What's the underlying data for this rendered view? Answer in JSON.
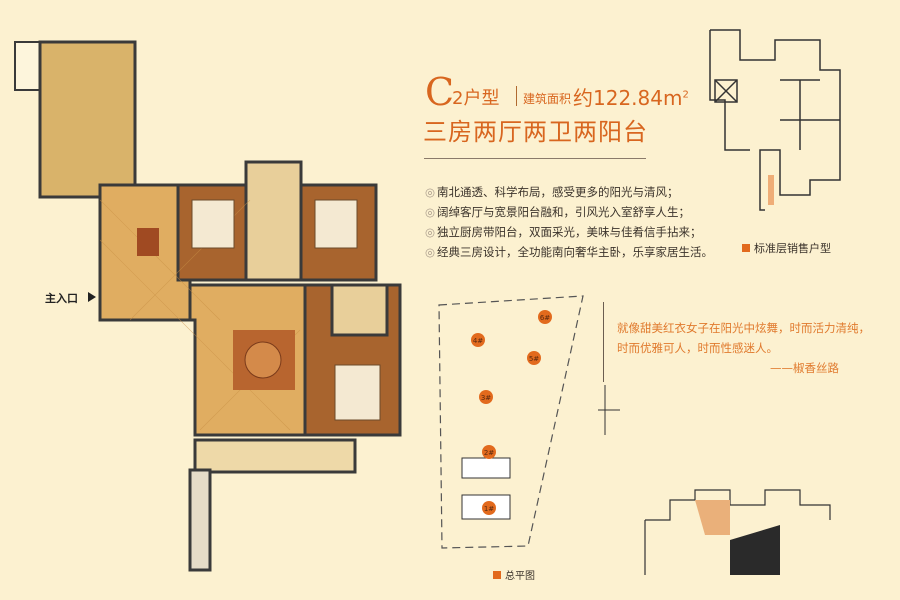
{
  "unit": {
    "type_letter": "C",
    "type_suffix": "2户型",
    "area_label": "建筑面积",
    "area_value": "约122.84m",
    "area_unit_sup": "2",
    "layout": "三房两厅两卫两阳台"
  },
  "features": [
    "南北通透、科学布局，感受更多的阳光与清风；",
    "阔绰客厅与宽景阳台融和，引风光入室舒享人生；",
    "独立厨房带阳台，双面采光，美味与佳肴信手拈来；",
    "经典三房设计，全功能南向奢华主卧，乐享家居生活。"
  ],
  "feature_bullet": "◎",
  "keyplan_legend": "标准层销售户型",
  "quote": {
    "line1": "就像甜美红衣女子在阳光中炫舞，时而活力清纯，",
    "line2": "时而优雅可人，时而性感迷人。",
    "attribution": "——椒香丝路"
  },
  "floorplan": {
    "entry_label": "主入口"
  },
  "site_plan": {
    "legend": "总平图",
    "buildings": [
      "1#",
      "2#",
      "3#",
      "4#",
      "5#",
      "6#"
    ]
  },
  "colors": {
    "accent": "#e26a1d",
    "background": "#fcf1d0",
    "title": "#d8661f"
  }
}
